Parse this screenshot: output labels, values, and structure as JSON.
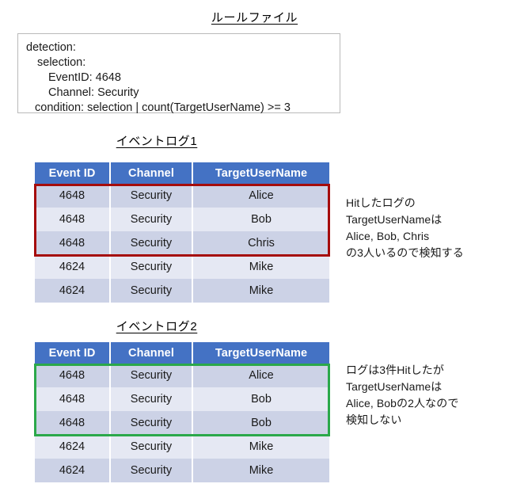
{
  "rule_section": {
    "title": "ルールファイル",
    "lines": [
      {
        "text": "detection:",
        "indent": "indent-0"
      },
      {
        "text": "selection:",
        "indent": "indent-1"
      },
      {
        "text": "EventID: 4648",
        "indent": "indent-2"
      },
      {
        "text": "Channel: Security",
        "indent": "indent-2"
      },
      {
        "text": "condition: selection | count(TargetUserName) >= 3",
        "indent": "indent-c"
      }
    ]
  },
  "log1": {
    "title": "イベントログ1",
    "columns": [
      "Event ID",
      "Channel",
      "TargetUserName"
    ],
    "rows": [
      [
        "4648",
        "Security",
        "Alice"
      ],
      [
        "4648",
        "Security",
        "Bob"
      ],
      [
        "4648",
        "Security",
        "Chris"
      ],
      [
        "4624",
        "Security",
        "Mike"
      ],
      [
        "4624",
        "Security",
        "Mike"
      ]
    ],
    "highlight": {
      "color": "#a50c0c",
      "rows": [
        0,
        1,
        2
      ]
    },
    "annotation": "Hitしたログの\nTargetUserNameは\nAlice, Bob, Chris\nの3人いるので検知する"
  },
  "log2": {
    "title": "イベントログ2",
    "columns": [
      "Event ID",
      "Channel",
      "TargetUserName"
    ],
    "rows": [
      [
        "4648",
        "Security",
        "Alice"
      ],
      [
        "4648",
        "Security",
        "Bob"
      ],
      [
        "4648",
        "Security",
        "Bob"
      ],
      [
        "4624",
        "Security",
        "Mike"
      ],
      [
        "4624",
        "Security",
        "Mike"
      ]
    ],
    "highlight": {
      "color": "#2ba84a",
      "rows": [
        0,
        1,
        2
      ]
    },
    "annotation": "ログは3件Hitしたが\nTargetUserNameは\nAlice, Bobの2人なので\n検知しない"
  },
  "colors": {
    "header_blue": "#4472c4",
    "row_dark": "#ccd2e6",
    "row_light": "#e5e8f3",
    "highlight_red": "#a50c0c",
    "highlight_green": "#2ba84a",
    "box_border": "#b9b9b9"
  }
}
